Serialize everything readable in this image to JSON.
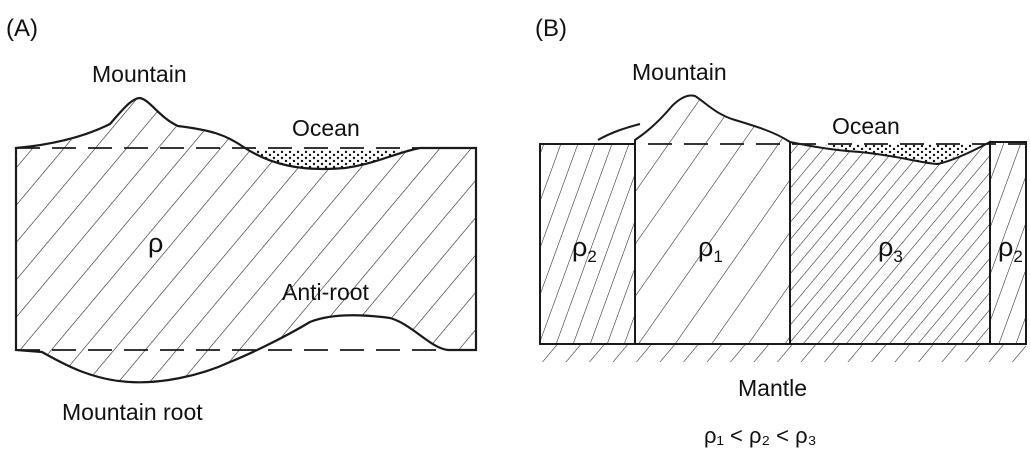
{
  "panel_a": {
    "label": "(A)",
    "mountain": "Mountain",
    "ocean": "Ocean",
    "density": "ρ",
    "anti_root": "Anti-root",
    "mountain_root": "Mountain root"
  },
  "panel_b": {
    "label": "(B)",
    "mountain": "Mountain",
    "ocean": "Ocean",
    "rho2_left": "ρ",
    "rho2_left_sub": "2",
    "rho1": "ρ",
    "rho1_sub": "1",
    "rho3": "ρ",
    "rho3_sub": "3",
    "rho2_right": "ρ",
    "rho2_right_sub": "2",
    "mantle": "Mantle",
    "inequality": "ρ₁ < ρ₂ < ρ₃"
  },
  "colors": {
    "line": "#1a1a1a",
    "background": "#ffffff"
  }
}
